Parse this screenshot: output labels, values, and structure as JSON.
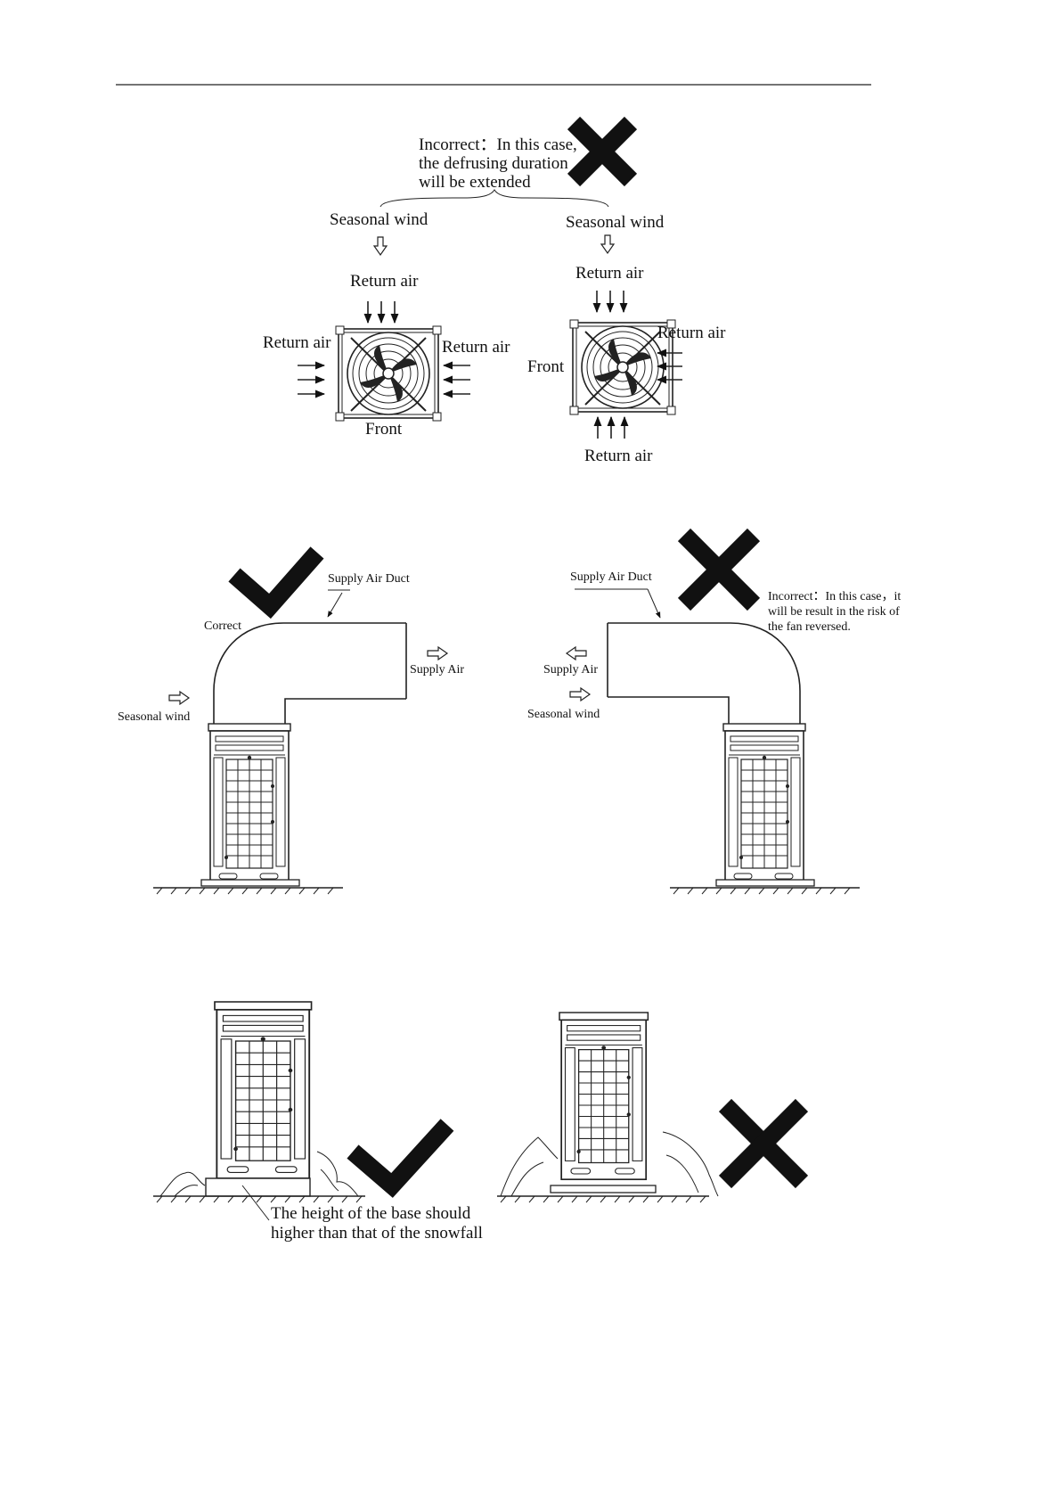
{
  "top_section": {
    "incorrect_note": [
      "Incorrect：In this case,",
      "the defrusing duration",
      "will be extended"
    ],
    "left": {
      "seasonal_wind": "Seasonal wind",
      "return_air_top": "Return air",
      "return_air_left": "Return air",
      "return_air_right": "Return air",
      "front": "Front"
    },
    "right": {
      "seasonal_wind": "Seasonal wind",
      "return_air_top": "Return air",
      "return_air_right": "Return air",
      "return_air_bottom": "Return air",
      "front": "Front"
    }
  },
  "middle_section": {
    "left": {
      "mark": "check",
      "correct": "Correct",
      "duct": "Supply Air Duct",
      "supply_air": "Supply Air",
      "seasonal_wind": "Seasonal wind"
    },
    "right": {
      "mark": "cross",
      "duct": "Supply Air Duct",
      "note": [
        "Incorrect：In this case，it",
        "will be result in the risk of",
        "the fan reversed."
      ],
      "supply_air": "Supply Air",
      "seasonal_wind": "Seasonal wind"
    }
  },
  "bottom_section": {
    "left": {
      "mark": "check",
      "note": [
        "The height of the base should",
        "higher than that of the snowfall"
      ]
    },
    "right": {
      "mark": "cross"
    }
  }
}
